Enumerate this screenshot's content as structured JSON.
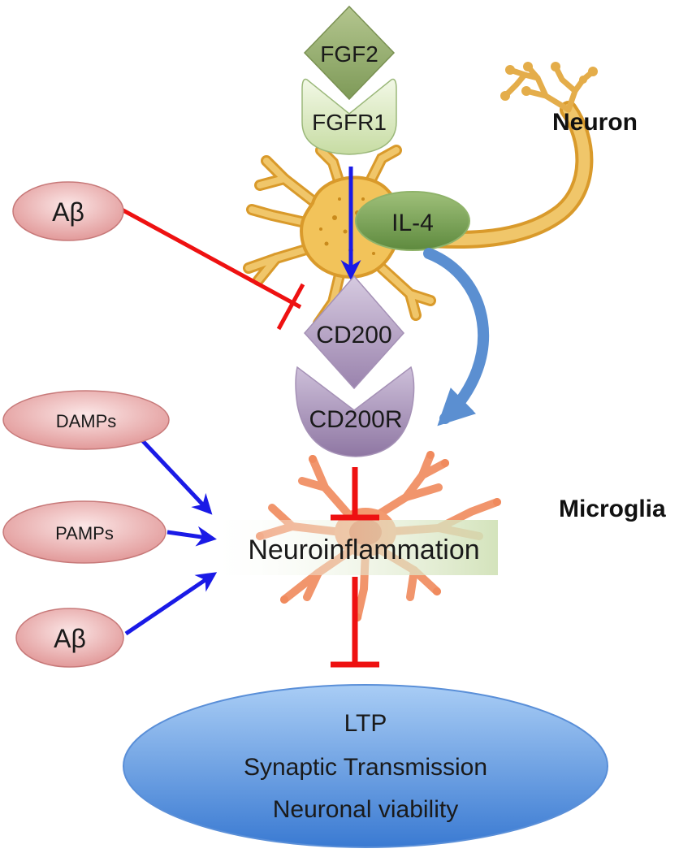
{
  "nodes": {
    "fgf2": "FGF2",
    "fgfr1": "FGFR1",
    "il4": "IL-4",
    "cd200": "CD200",
    "cd200r": "CD200R",
    "abeta_top": "Aβ",
    "damps": "DAMPs",
    "pamps": "PAMPs",
    "abeta_bottom": "Aβ",
    "neuroinflammation": "Neuroinflammation"
  },
  "labels": {
    "neuron": "Neuron",
    "microglia": "Microglia"
  },
  "outcome": {
    "line1": "LTP",
    "line2": "Synaptic Transmission",
    "line3": "Neuronal viability"
  },
  "colors": {
    "activation_arrow": "#1a1ae6",
    "inhibition": "#ee1111",
    "neuron_body": "#e8b43a",
    "microglia_body": "#f08a5d",
    "fgf_green": "#8fa868",
    "il4_green": "#6f9a4c",
    "cd200_purple": "#9d86ad",
    "abeta_pink": "#e8a6a6",
    "outcome_blue": "#3d7fd6",
    "curved_arrow": "#5b8fd1"
  }
}
